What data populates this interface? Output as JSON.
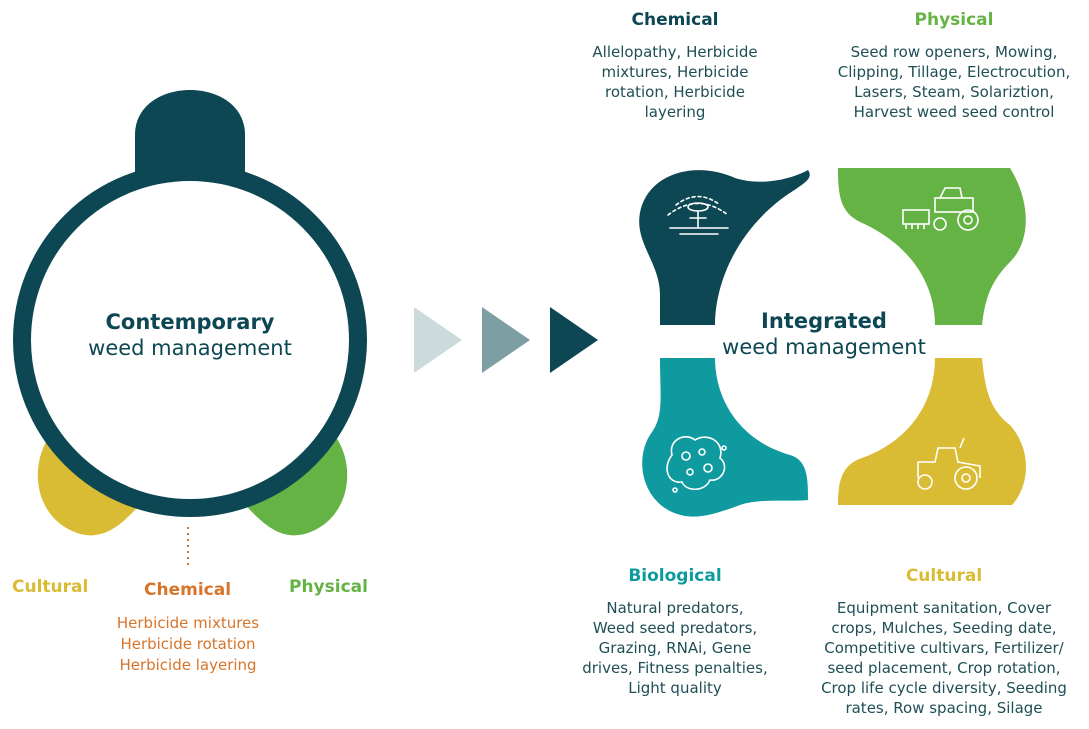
{
  "colors": {
    "dark": "#0c4753",
    "teal": "#0f9aa0",
    "green": "#65b344",
    "yellow": "#d9bb34",
    "orange": "#d8742a",
    "arrow1": "#ccdadc",
    "arrow2": "#7d9ea3"
  },
  "contemporary": {
    "title": "Contemporary",
    "subtitle": "weed management",
    "cultural": "Cultural",
    "chemical": "Chemical",
    "physical": "Physical",
    "chemical_items": [
      "Herbicide mixtures",
      "Herbicide rotation",
      "Herbicide layering"
    ]
  },
  "integrated": {
    "title": "Integrated",
    "subtitle": "weed management"
  },
  "quadrants": {
    "chemical": {
      "title": "Chemical",
      "lines": [
        "Allelopathy, Herbicide",
        "mixtures, Herbicide",
        "rotation, Herbicide",
        "layering"
      ],
      "icon": "sprinkler-icon"
    },
    "physical": {
      "title": "Physical",
      "lines": [
        "Seed row openers, Mowing,",
        "Clipping, Tillage, Electrocution,",
        "Lasers, Steam, Solariztion,",
        "Harvest weed seed control"
      ],
      "icon": "tractor-tiller-icon"
    },
    "biological": {
      "title": "Biological",
      "lines": [
        "Natural predators,",
        "Weed seed predators,",
        "Grazing, RNAi, Gene",
        "drives, Fitness penalties,",
        "Light quality"
      ],
      "icon": "microbe-icon"
    },
    "cultural": {
      "title": "Cultural",
      "lines": [
        "Equipment sanitation, Cover",
        "crops, Mulches, Seeding date,",
        "Competitive cultivars, Fertilizer/",
        "seed placement, Crop rotation,",
        "Crop life cycle diversity, Seeding",
        "rates, Row spacing, Silage"
      ],
      "icon": "tractor-icon"
    }
  }
}
